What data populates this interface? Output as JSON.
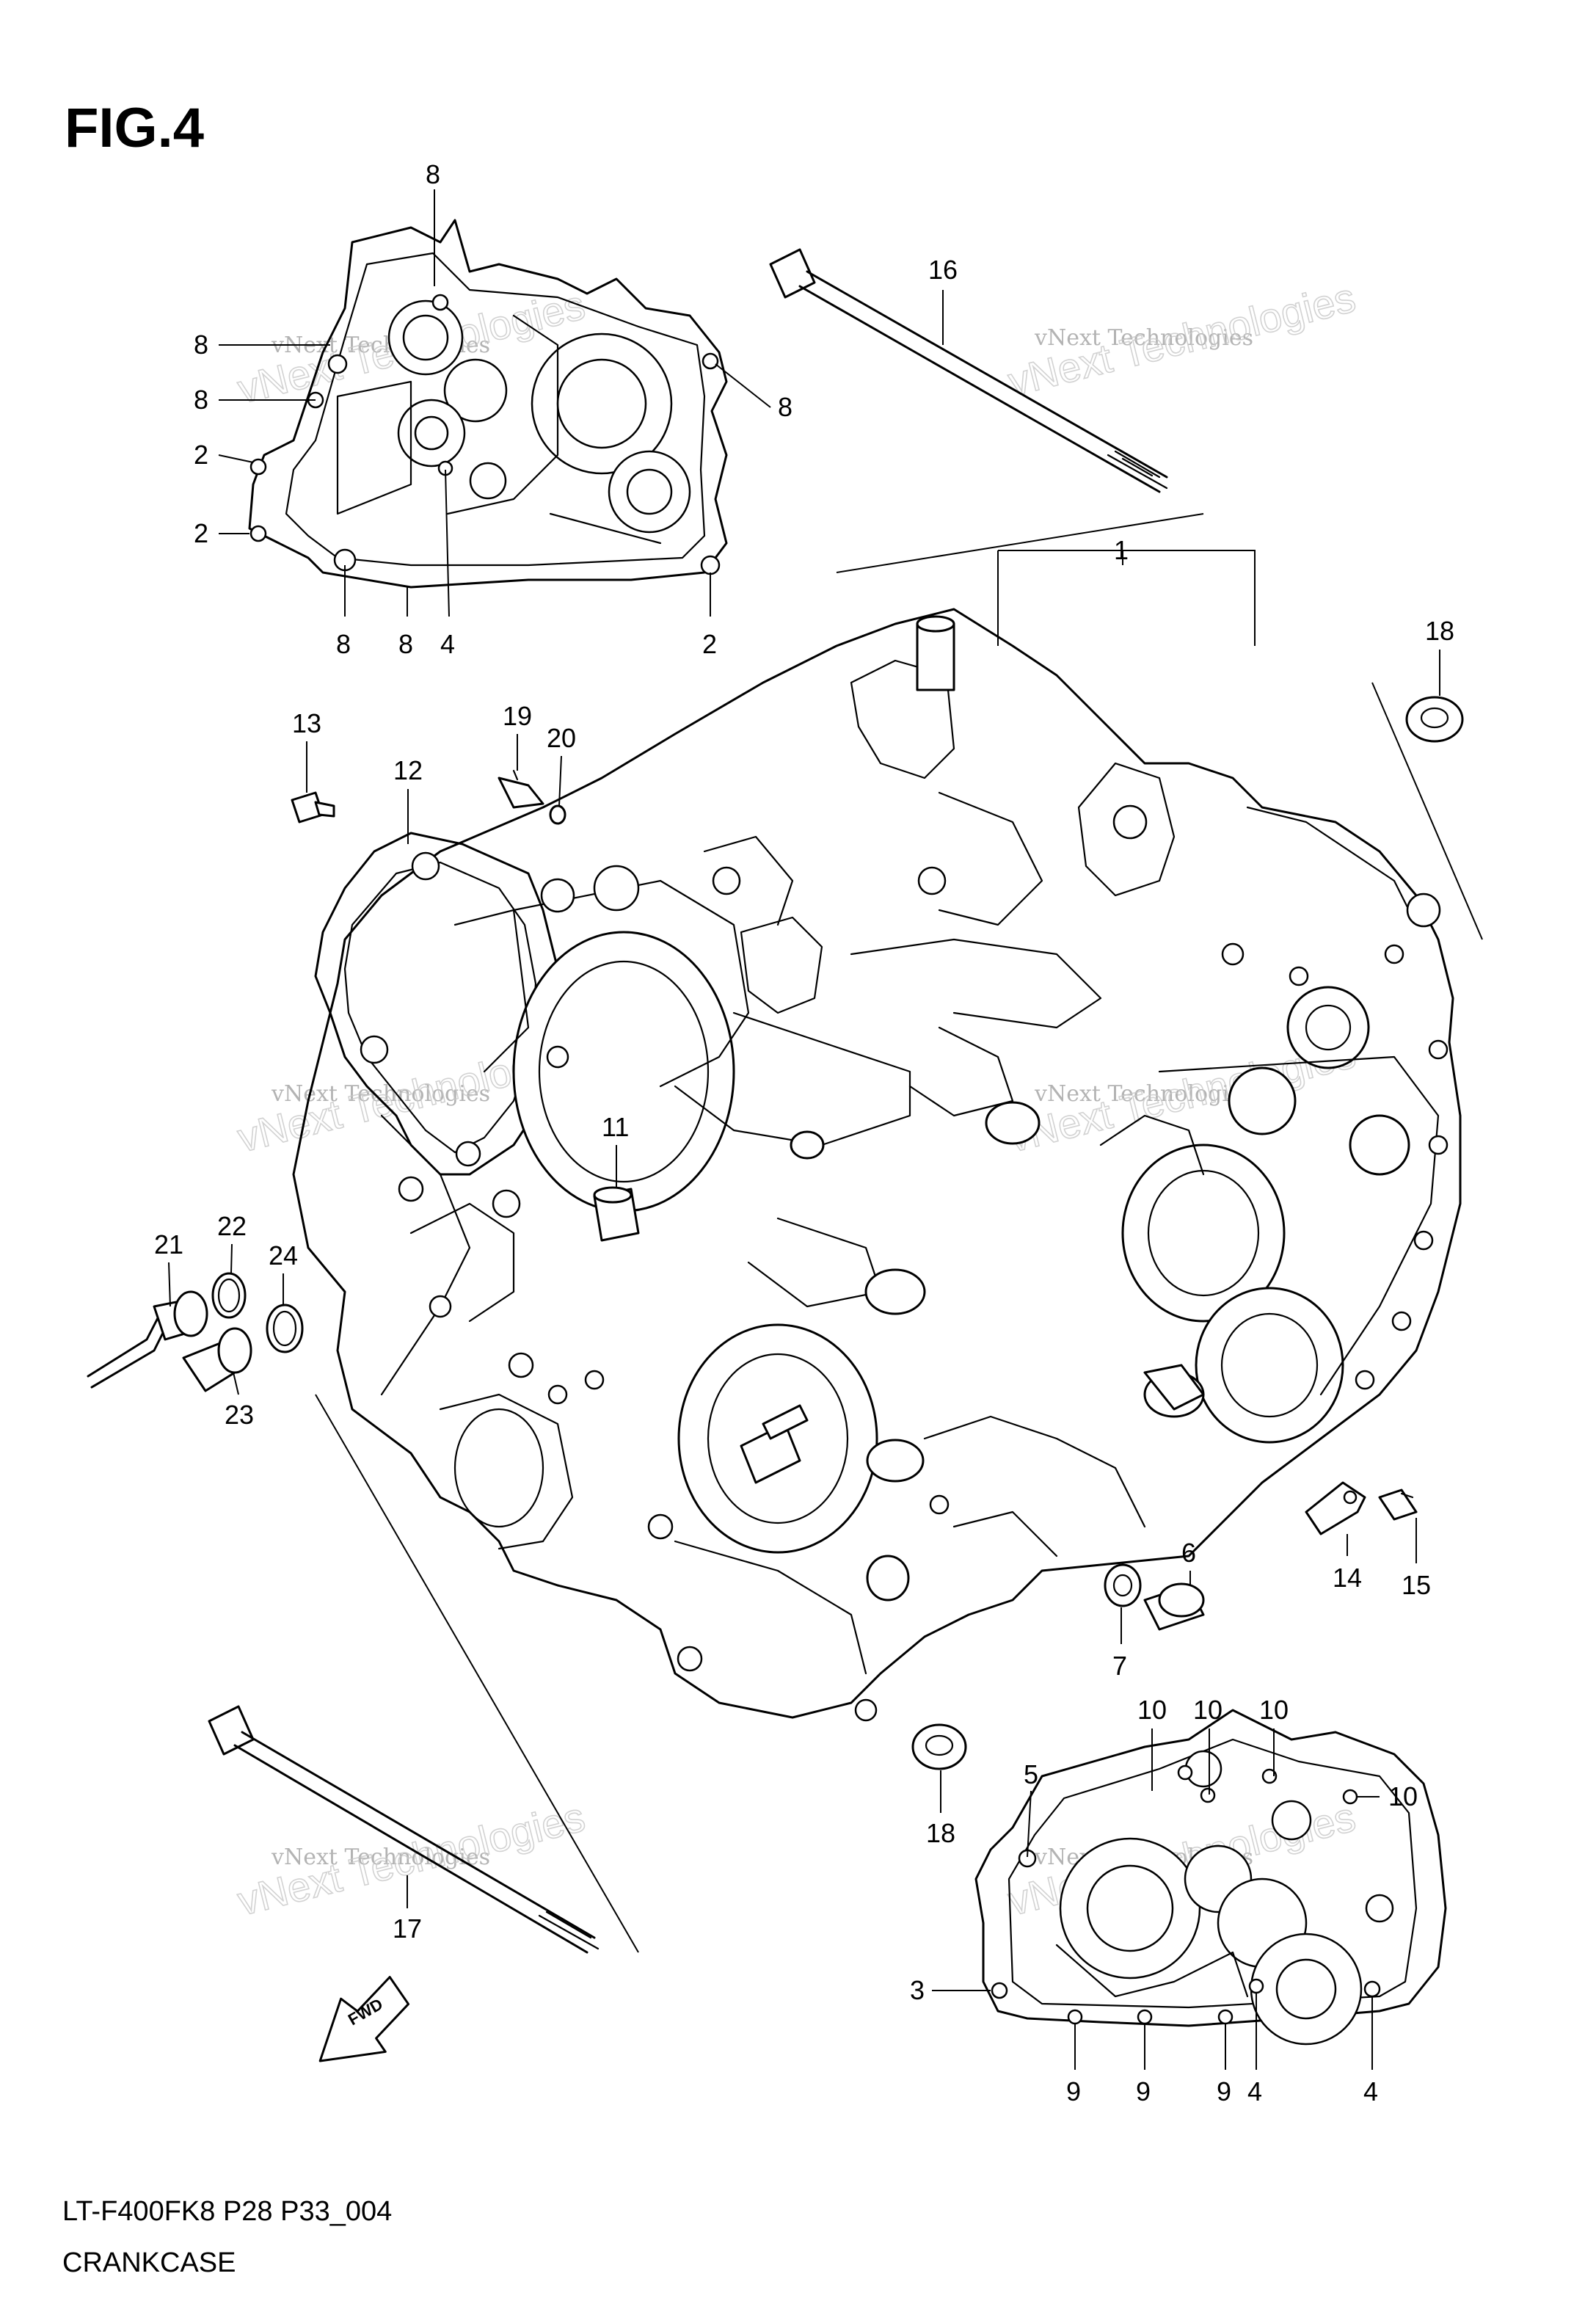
{
  "figure": {
    "title": "FIG.4",
    "model_code": "LT-F400FK8 P28 P33_004",
    "section_name": "CRANKCASE",
    "fwd_label": "FWD"
  },
  "watermarks": [
    {
      "line1": "vNext Technologies",
      "line2": "vNext Technologies"
    },
    {
      "line1": "vNext Technologies",
      "line2": "vNext Technologies"
    },
    {
      "line1": "vNext Technologies",
      "line2": "vNext Technologies"
    },
    {
      "line1": "vNext Technologies",
      "line2": "vNext Technologies"
    },
    {
      "line1": "vNext Technologies",
      "line2": "vNext Technologies"
    },
    {
      "line1": "vNext Technologies",
      "line2": "vNext Technologies"
    }
  ],
  "callouts": {
    "c1": "1",
    "c2a": "2",
    "c2b": "2",
    "c2c": "2",
    "c3": "3",
    "c4a": "4",
    "c4b": "4",
    "c4c": "4",
    "c5": "5",
    "c6": "6",
    "c7": "7",
    "c8a": "8",
    "c8b": "8",
    "c8c": "8",
    "c8d": "8",
    "c8e": "8",
    "c8f": "8",
    "c9a": "9",
    "c9b": "9",
    "c9c": "9",
    "c10a": "10",
    "c10b": "10",
    "c10c": "10",
    "c10d": "10",
    "c11": "11",
    "c12": "12",
    "c13": "13",
    "c14": "14",
    "c15": "15",
    "c16": "16",
    "c17": "17",
    "c18a": "18",
    "c18b": "18",
    "c19": "19",
    "c20": "20",
    "c21": "21",
    "c22": "22",
    "c23": "23",
    "c24": "24"
  }
}
